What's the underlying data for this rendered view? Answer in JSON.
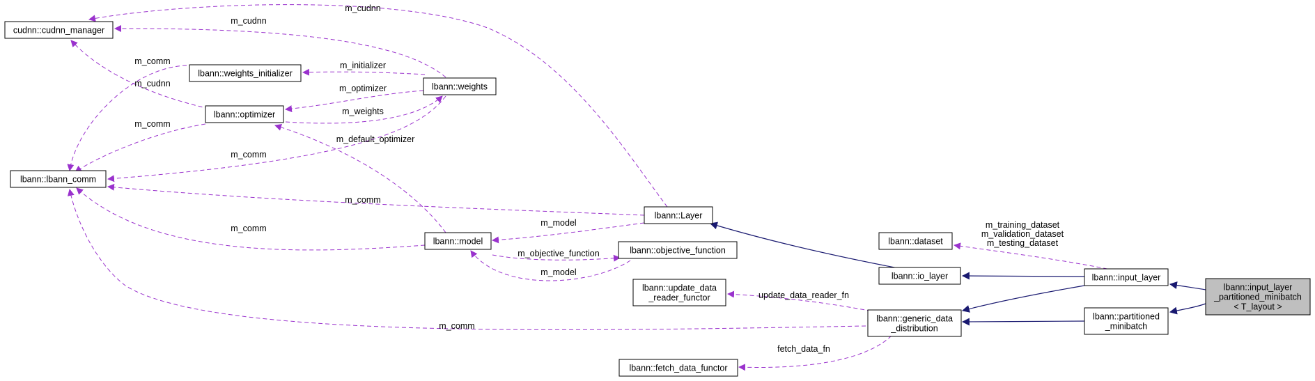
{
  "colors": {
    "usage_edge": "#9a32cd",
    "inherit_edge": "#191970",
    "node_border": "#000000",
    "focus_node_fill": "#bfbfbf"
  },
  "nodes": {
    "cudnn_manager": {
      "lines": [
        "cudnn::cudnn_manager"
      ]
    },
    "weights_initializer": {
      "lines": [
        "lbann::weights_initializer"
      ]
    },
    "weights": {
      "lines": [
        "lbann::weights"
      ]
    },
    "optimizer": {
      "lines": [
        "lbann::optimizer"
      ]
    },
    "lbann_comm": {
      "lines": [
        "lbann::lbann_comm"
      ]
    },
    "layer": {
      "lines": [
        "lbann::Layer"
      ]
    },
    "model": {
      "lines": [
        "lbann::model"
      ]
    },
    "objective_function": {
      "lines": [
        "lbann::objective_function"
      ]
    },
    "dataset": {
      "lines": [
        "lbann::dataset"
      ]
    },
    "io_layer": {
      "lines": [
        "lbann::io_layer"
      ]
    },
    "update_data_reader_functor": {
      "lines": [
        "lbann::update_data",
        "_reader_functor"
      ]
    },
    "generic_data_distribution": {
      "lines": [
        "lbann::generic_data",
        "_distribution"
      ]
    },
    "fetch_data_functor": {
      "lines": [
        "lbann::fetch_data_functor"
      ]
    },
    "input_layer": {
      "lines": [
        "lbann::input_layer"
      ]
    },
    "partitioned_minibatch": {
      "lines": [
        "lbann::partitioned",
        "_minibatch"
      ]
    },
    "focus": {
      "lines": [
        "lbann::input_layer",
        "_partitioned_minibatch",
        "< T_layout >"
      ]
    }
  },
  "edge_labels": {
    "layer_cudnn": [
      "m_cudnn"
    ],
    "weights_cudnn": [
      "m_cudnn"
    ],
    "optimizer_cudnn": [
      "m_cudnn"
    ],
    "wi_comm": [
      "m_comm"
    ],
    "weights_wi": [
      "m_initializer"
    ],
    "weights_opt": [
      "m_optimizer"
    ],
    "opt_weights": [
      "m_weights"
    ],
    "opt_comm": [
      "m_comm"
    ],
    "weights_comm": [
      "m_comm"
    ],
    "model_opt": [
      "m_default_optimizer"
    ],
    "layer_comm": [
      "m_comm"
    ],
    "model_comm": [
      "m_comm"
    ],
    "layer_model": [
      "m_model"
    ],
    "model_objfn": [
      "m_objective_function"
    ],
    "objfn_model": [
      "m_model"
    ],
    "input_dataset": [
      "m_training_dataset",
      "m_validation_dataset",
      "m_testing_dataset"
    ],
    "gdd_udrf": [
      "update_data_reader_fn"
    ],
    "gdd_comm": [
      "m_comm"
    ],
    "gdd_fdf": [
      "fetch_data_fn"
    ]
  }
}
